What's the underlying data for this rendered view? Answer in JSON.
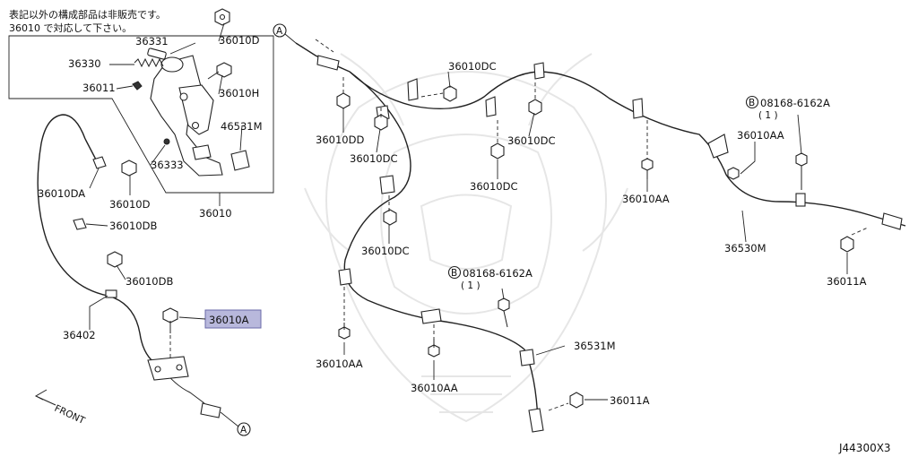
{
  "note": {
    "line1": "表記以外の構成部品は非販売です。",
    "line2": "36010 で対応して下さい。"
  },
  "highlight_color": "#b8b8dc",
  "callouts": {
    "a1": "A",
    "a2": "A",
    "b1": "B",
    "b2": "B"
  },
  "labels": {
    "p36331": "36331",
    "p36330": "36330",
    "p36011": "36011",
    "p36333": "36333",
    "p36010D_top": "36010D",
    "p36010H": "36010H",
    "p46531M": "46531M",
    "p36010": "36010",
    "p36010DA": "36010DA",
    "p36010D_low": "36010D",
    "p36010DB_1": "36010DB",
    "p36010DB_2": "36010DB",
    "p36402": "36402",
    "p36010A": "36010A",
    "front": "FRONT",
    "p36010DD": "36010DD",
    "p36010DC_1": "36010DC",
    "p36010DC_2": "36010DC",
    "p36010DC_3": "36010DC",
    "p36010DC_4": "36010DC",
    "p36010DC_5": "36010DC",
    "p36010AA_1": "36010AA",
    "p36010AA_2": "36010AA",
    "p36010AA_3": "36010AA",
    "p36010AA_4": "36010AA",
    "bolt1": "08168-6162A",
    "bolt1_qty": "( 1 )",
    "bolt2": "08168-6162A",
    "bolt2_qty": "( 1 )",
    "p36530M": "36530M",
    "p36531M": "36531M",
    "p36011A_1": "36011A",
    "p36011A_2": "36011A",
    "diagram_code": "J44300X3"
  }
}
